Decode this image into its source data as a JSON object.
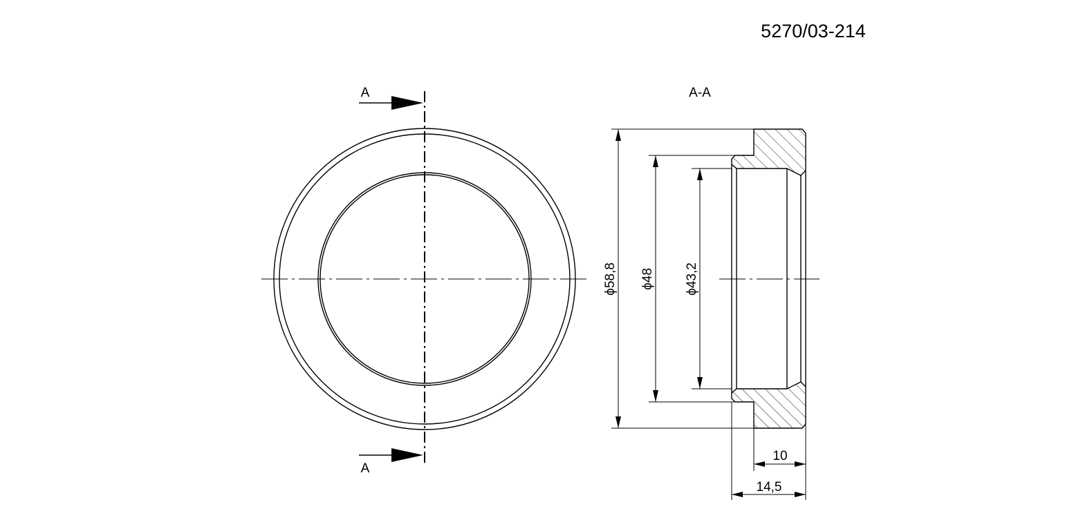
{
  "drawing_number": "5270/03-214",
  "section": {
    "cut_label_top": "A",
    "cut_label_bottom": "A",
    "view_title": "A-A"
  },
  "dimensions": {
    "outer_diameter": "58,8",
    "middle_diameter": "48",
    "inner_diameter": "43,2",
    "flange_length": "10",
    "total_length": "14,5"
  },
  "symbols": {
    "diameter": "ϕ"
  },
  "colors": {
    "line": "#000000",
    "background": "#ffffff"
  }
}
